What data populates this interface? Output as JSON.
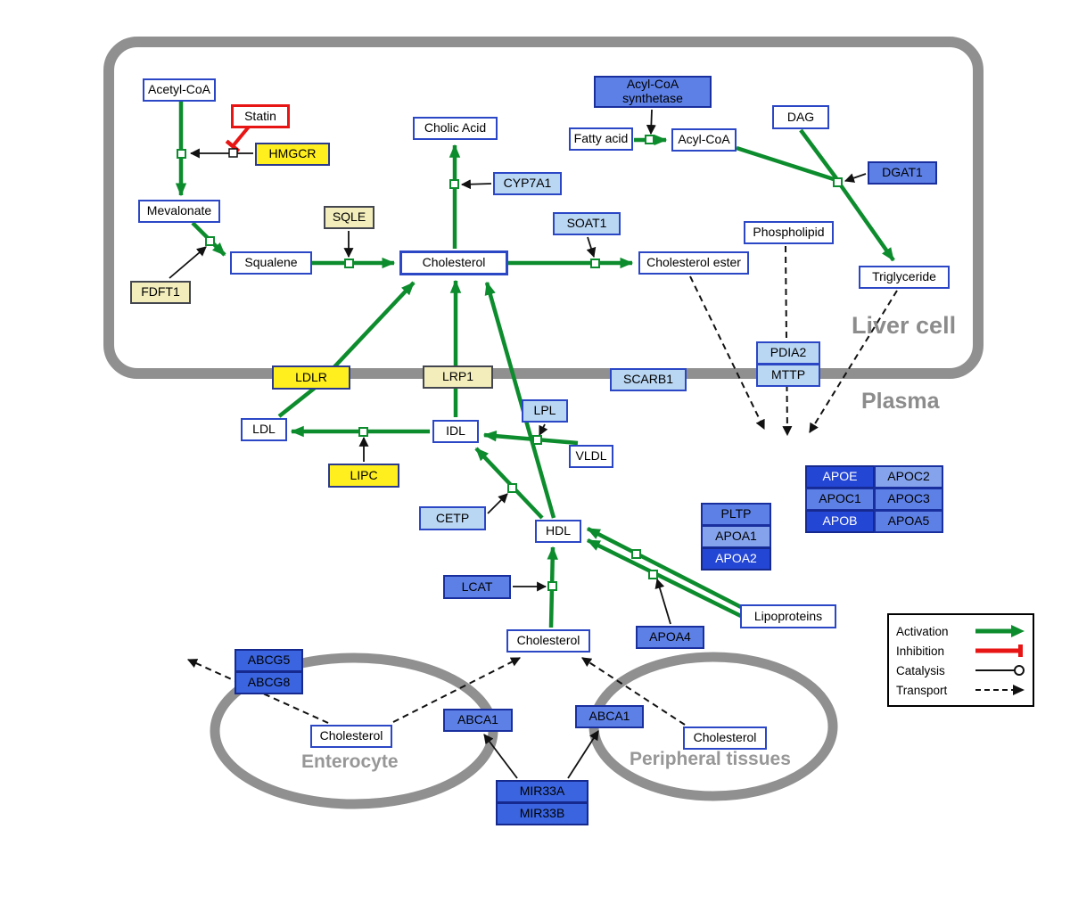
{
  "compartments": {
    "liver": "Liver cell",
    "plasma": "Plasma",
    "enterocyte": "Enterocyte",
    "peripheral": "Peripheral tissues"
  },
  "nodes": {
    "acetyl_coa": "Acetyl-CoA",
    "statin": "Statin",
    "hmgcr": "HMGCR",
    "mevalonate": "Mevalonate",
    "sqle": "SQLE",
    "fdft1": "FDFT1",
    "squalene": "Squalene",
    "cholic_acid": "Cholic Acid",
    "cyp7a1": "CYP7A1",
    "cholesterol_liver": "Cholesterol",
    "soat1": "SOAT1",
    "cholesterol_ester": "Cholesterol ester",
    "acyl_coa_synthetase": "Acyl-CoA synthetase",
    "fatty_acid": "Fatty acid",
    "acyl_coa": "Acyl-CoA",
    "dag": "DAG",
    "dgat1": "DGAT1",
    "phospholipid": "Phospholipid",
    "triglyceride": "Triglyceride",
    "ldlr": "LDLR",
    "lrp1": "LRP1",
    "scarb1": "SCARB1",
    "pdia2": "PDIA2",
    "mttp": "MTTP",
    "ldl": "LDL",
    "idl": "IDL",
    "lpl": "LPL",
    "vldl": "VLDL",
    "lipc": "LIPC",
    "cetp": "CETP",
    "hdl": "HDL",
    "pltp": "PLTP",
    "apoa1": "APOA1",
    "apoa2": "APOA2",
    "apoe": "APOE",
    "apoc2": "APOC2",
    "apoc1": "APOC1",
    "apoc3": "APOC3",
    "apob": "APOB",
    "apoa5": "APOA5",
    "lcat": "LCAT",
    "apoa4": "APOA4",
    "lipoproteins": "Lipoproteins",
    "cholesterol_plasma": "Cholesterol",
    "abcg5": "ABCG5",
    "abcg8": "ABCG8",
    "cholesterol_enterocyte": "Cholesterol",
    "abca1_enterocyte": "ABCA1",
    "abca1_peripheral": "ABCA1",
    "cholesterol_peripheral": "Cholesterol",
    "mir33a": "MIR33A",
    "mir33b": "MIR33B"
  },
  "legend": {
    "activation": "Activation",
    "inhibition": "Inhibition",
    "catalysis": "Catalysis",
    "transport": "Transport"
  },
  "colors": {
    "activation": "#0d8c2d",
    "inhibition": "#e81515",
    "catalysis": "#111111",
    "transport": "#111111",
    "membrane": "#909090",
    "metabolite_border": "#2b47c6",
    "gene_yellow": "#ffef1f",
    "gene_blue": "#5d80e6"
  }
}
